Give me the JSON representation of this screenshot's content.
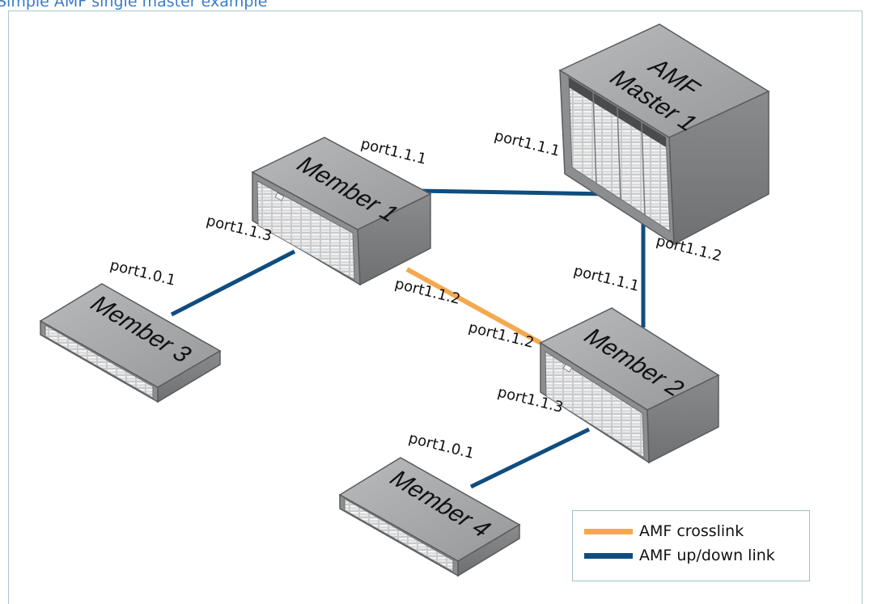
{
  "caption": "Simple AMF single master example",
  "colors": {
    "crosslink": "#f5a94f",
    "updown": "#0f4d80",
    "device_body": "#8f9092",
    "device_top": "#a7a8aa",
    "border": "#a9c7cc"
  },
  "devices": {
    "master": {
      "line1": "AMF",
      "line2": "Master 1"
    },
    "member1": {
      "label": "Member 1"
    },
    "member2": {
      "label": "Member 2"
    },
    "member3": {
      "label": "Member 3"
    },
    "member4": {
      "label": "Member 4"
    }
  },
  "ports": {
    "m1_top": "port1.1.1",
    "master_left": "port1.1.1",
    "m1_left": "port1.1.3",
    "m3_top": "port1.0.1",
    "master_bottom": "port1.1.2",
    "m2_top": "port1.1.1",
    "m1_bottom": "port1.1.2",
    "m2_left": "port1.1.2",
    "m2_bottom": "port1.1.3",
    "m4_top": "port1.0.1"
  },
  "links": [
    {
      "from": "Member 1",
      "to": "AMF Master 1",
      "type": "updown"
    },
    {
      "from": "AMF Master 1",
      "to": "Member 2",
      "type": "updown"
    },
    {
      "from": "Member 1",
      "to": "Member 3",
      "type": "updown"
    },
    {
      "from": "Member 1",
      "to": "Member 2",
      "type": "crosslink"
    },
    {
      "from": "Member 2",
      "to": "Member 4",
      "type": "updown"
    }
  ],
  "legend": {
    "crosslink_label": "AMF crosslink",
    "updown_label": "AMF up/down link"
  }
}
